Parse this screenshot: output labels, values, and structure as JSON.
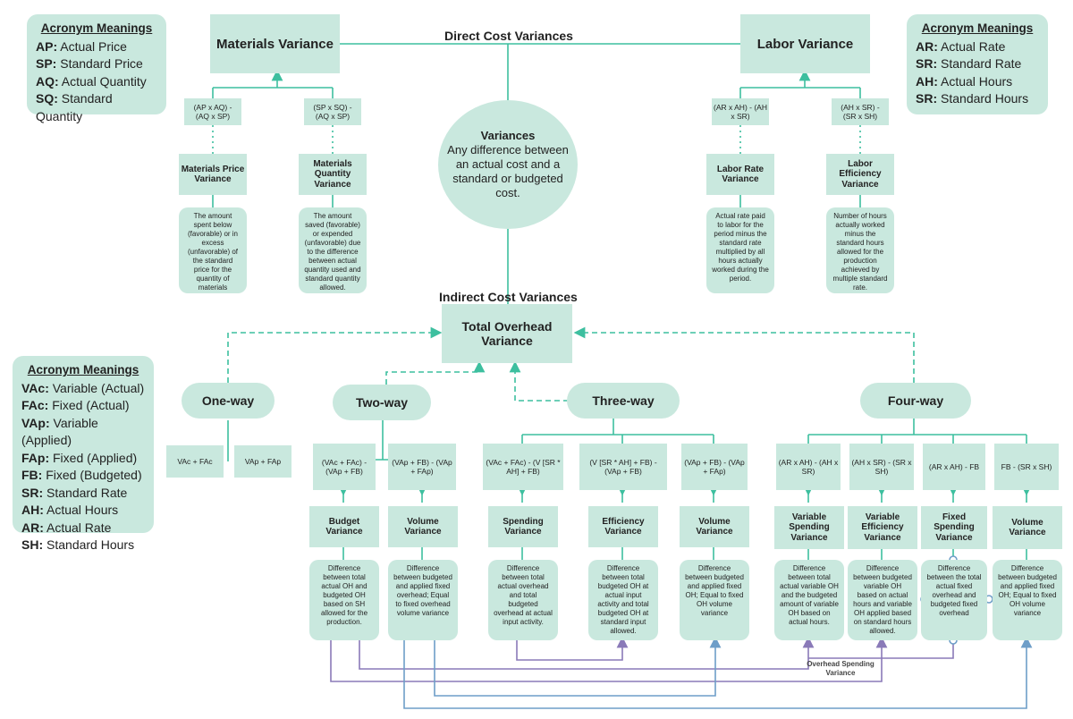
{
  "legends": {
    "materials": {
      "title": "Acronym Meanings",
      "items": [
        {
          "abbr": "AP:",
          "text": " Actual Price"
        },
        {
          "abbr": "SP:",
          "text": " Standard Price"
        },
        {
          "abbr": "AQ:",
          "text": " Actual Quantity"
        },
        {
          "abbr": "SQ:",
          "text": " Standard Quantity"
        }
      ]
    },
    "labor": {
      "title": "Acronym Meanings",
      "items": [
        {
          "abbr": "AR:",
          "text": " Actual Rate"
        },
        {
          "abbr": "SR:",
          "text": " Standard Rate"
        },
        {
          "abbr": "AH:",
          "text": " Actual Hours"
        },
        {
          "abbr": "SR:",
          "text": " Standard Hours"
        }
      ]
    },
    "overhead": {
      "title": "Acronym Meanings",
      "items": [
        {
          "abbr": "VAc:",
          "text": " Variable (Actual)"
        },
        {
          "abbr": "FAc:",
          "text": " Fixed (Actual)"
        },
        {
          "abbr": "VAp:",
          "text": " Variable (Applied)"
        },
        {
          "abbr": "FAp:",
          "text": " Fixed (Applied)"
        },
        {
          "abbr": "FB:",
          "text": " Fixed (Budgeted)"
        },
        {
          "abbr": "SR:",
          "text": " Standard Rate"
        },
        {
          "abbr": "AH:",
          "text": " Actual Hours"
        },
        {
          "abbr": "AR:",
          "text": " Actual Rate"
        },
        {
          "abbr": "SH:",
          "text": " Standard Hours"
        }
      ]
    }
  },
  "headers": {
    "direct": "Direct Cost Variances",
    "indirect": "Indirect Cost Variances"
  },
  "center": {
    "title": "Variances",
    "text": "Any difference between an actual cost and a standard or budgeted cost."
  },
  "materials": {
    "title": "Materials Variance",
    "price_formula": "(AP x AQ) - (AQ x SP)",
    "quantity_formula": "(SP x SQ) - (AQ x SP)",
    "price_name": "Materials Price Variance",
    "quantity_name": "Materials Quantity Variance",
    "price_desc": "The amount spent below (favorable) or in excess (unfavorable) of the standard price for the quantity of materials purchased.",
    "quantity_desc": "The amount saved (favorable) or expended (unfavorable) due to the difference between actual quantity used and standard quantity allowed."
  },
  "labor": {
    "title": "Labor Variance",
    "rate_formula": "(AR x AH) - (AH x SR)",
    "efficiency_formula": "(AH x SR) - (SR x SH)",
    "rate_name": "Labor Rate Variance",
    "efficiency_name": "Labor Efficiency Variance",
    "rate_desc": "Actual rate paid to labor for the period minus the standard rate multiplied by all hours actually worked during the period.",
    "efficiency_desc": "Number of hours actually worked minus the standard hours allowed for the production achieved by multiple standard rate."
  },
  "overhead": {
    "title": "Total Overhead Variance",
    "one_way": {
      "label": "One-way",
      "left": "VAc + FAc",
      "right": "VAp + FAp"
    },
    "two_way": {
      "label": "Two-way",
      "budget_formula": "(VAc + FAc) - (VAp + FB)",
      "volume_formula": "(VAp + FB) - (VAp + FAp)",
      "budget_name": "Budget Variance",
      "volume_name": "Volume Variance",
      "budget_desc": "Difference between total actual OH and budgeted OH based on SH allowed for the production.",
      "volume_desc": "Difference between budgeted and applied fixed overhead; Equal to fixed overhead volume variance"
    },
    "three_way": {
      "label": "Three-way",
      "spending_formula": "(VAc + FAc) - (V [SR * AH] + FB)",
      "efficiency_formula": "(V [SR * AH] + FB) - (VAp + FB)",
      "volume_formula": "(VAp + FB) - (VAp + FAp)",
      "spending_name": "Spending Variance",
      "efficiency_name": "Efficiency Variance",
      "volume_name": "Volume Variance",
      "spending_desc": "Difference between total actual overhead and total budgeted overhead at actual input activity.",
      "efficiency_desc": "Difference between total budgeted OH at actual input activity and total budgeted OH at standard input allowed.",
      "volume_desc": "Difference between budgeted and applied fixed OH; Equal to fixed OH volume variance"
    },
    "four_way": {
      "label": "Four-way",
      "vs_formula": "(AR x AH) - (AH x SR)",
      "ve_formula": "(AH x SR) - (SR x SH)",
      "fs_formula": "(AR x AH) - FB",
      "vol_formula": "FB - (SR x SH)",
      "vs_name": "Variable Spending Variance",
      "ve_name": "Variable Efficiency Variance",
      "fs_name": "Fixed Spending Variance",
      "vol_name": "Volume Variance",
      "vs_desc": "Difference between total actual variable OH and the budgeted amount of variable OH based on actual hours.",
      "ve_desc": "Difference between budgeted variable OH based on actual hours and variable OH applied based on standard hours allowed.",
      "fs_desc": "Difference between the total actual fixed overhead and budgeted fixed overhead",
      "vol_desc": "Difference between budgeted and applied fixed OH; Equal to fixed OH volume variance"
    },
    "spending_note": "Overhead Spending Variance"
  },
  "colors": {
    "node": "#c9e8de",
    "line": "#3dbf9f",
    "purple": "#8a7ab8",
    "blue": "#6e9ec8"
  }
}
